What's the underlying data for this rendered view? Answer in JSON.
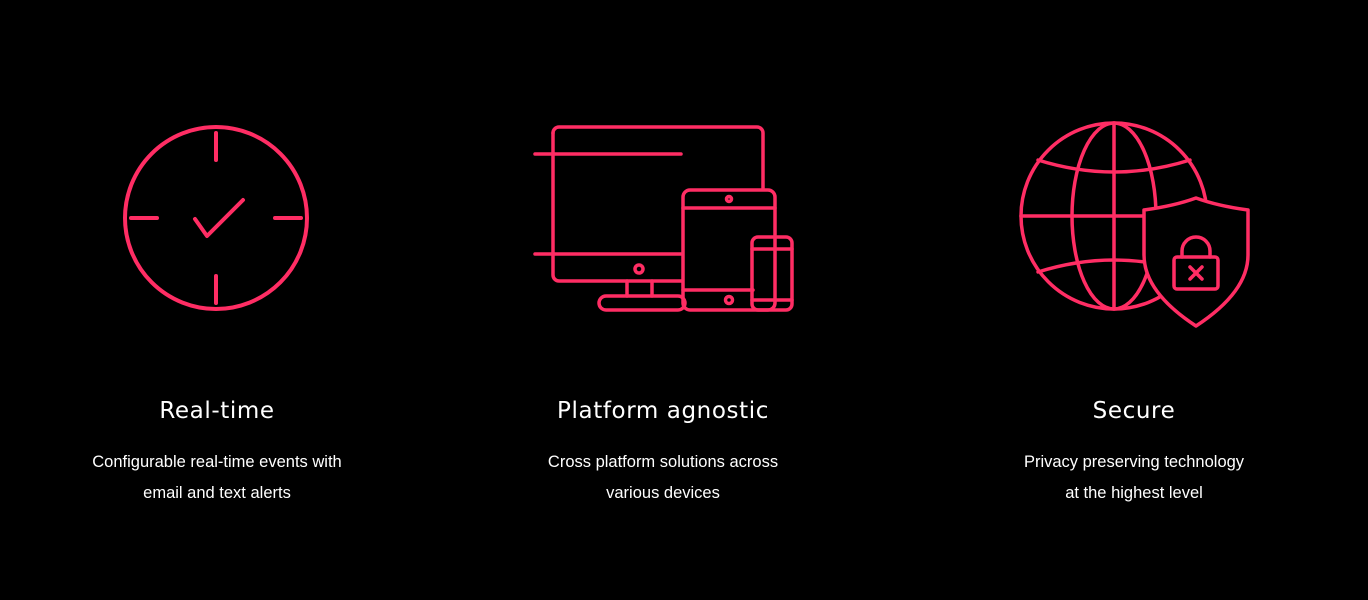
{
  "theme": {
    "background": "#000000",
    "accent": "#ff2d64",
    "text": "#ffffff"
  },
  "features": [
    {
      "icon": "clock-check-icon",
      "title": "Real-time",
      "description_lines": [
        "Configurable real-time events with",
        "email and text alerts"
      ]
    },
    {
      "icon": "devices-icon",
      "title": "Platform agnostic",
      "description_lines": [
        "Cross platform solutions across",
        "various devices"
      ]
    },
    {
      "icon": "globe-shield-lock-icon",
      "title": "Secure",
      "description_lines": [
        "Privacy preserving technology",
        "at the highest level"
      ]
    }
  ]
}
